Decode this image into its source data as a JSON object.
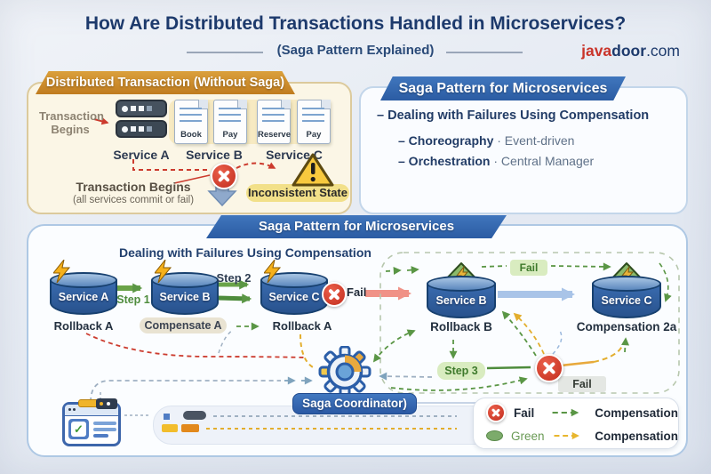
{
  "icons": {
    "check_mark": "✓"
  },
  "header": {
    "title": "How Are Distributed Transactions Handled in Microservices?",
    "subtitle": "(Saga Pattern Explained)",
    "logo_java": "java",
    "logo_door": "door",
    "logo_tld": ".com"
  },
  "without_saga": {
    "banner": "Distributed Transaction (Without Saga)",
    "begin_line1": "Transaction",
    "begin_line2": "Begins",
    "service_a": "Service A",
    "service_b": "Service B",
    "service_c": "Service C",
    "docs": [
      {
        "label": "Book"
      },
      {
        "label": "Pay"
      },
      {
        "label": "Reserve"
      },
      {
        "label": "Pay"
      }
    ],
    "fail_caption": "Transaction Begins",
    "fail_subcaption": "(all services commit or fail)",
    "inconsistent_state": "Inconsistent State"
  },
  "saga_info": {
    "banner": "Saga Pattern for Microservices",
    "point1": "– Dealing with Failures Using Compensation",
    "choreography_head": "– Choreography",
    "choreography_tail": "· Event-driven",
    "orchestration_head": "– Orchestration",
    "orchestration_tail": "· Central Manager"
  },
  "saga_flow": {
    "banner": "Saga Pattern for Microservices",
    "subtitle": "Dealing with Failures Using Compensation",
    "services_left": [
      {
        "name": "Service A",
        "caption": "Rollback A"
      },
      {
        "name": "Service B",
        "caption": "Compensate A"
      },
      {
        "name": "Service C",
        "caption": "Rollback A"
      }
    ],
    "step1_label": "Step 1",
    "step2_label": "Step 2",
    "fail_label": "Fail",
    "services_right": [
      {
        "name": "Service B",
        "caption": "Rollback B"
      },
      {
        "name": "Service C",
        "caption": "Compensation 2a"
      }
    ],
    "fail_pill_top": "Fail",
    "step3_label": "Step 3",
    "fail_pill_bottom": "Fail",
    "coordinator_label": "Saga Coordinator)"
  },
  "legend": {
    "row1_icon_label": "Fail",
    "row1_arrow_label": "Compensation",
    "row2_icon_label": "Green",
    "row2_arrow_label": "Compensation"
  },
  "colors": {
    "title_navy": "#1d3a6c",
    "banner_orange": "#c98a2c",
    "banner_blue": "#2f66ad",
    "fail_red": "#cc3b2e",
    "success_green": "#5a9645",
    "warn_yellow": "#f5c33b"
  }
}
